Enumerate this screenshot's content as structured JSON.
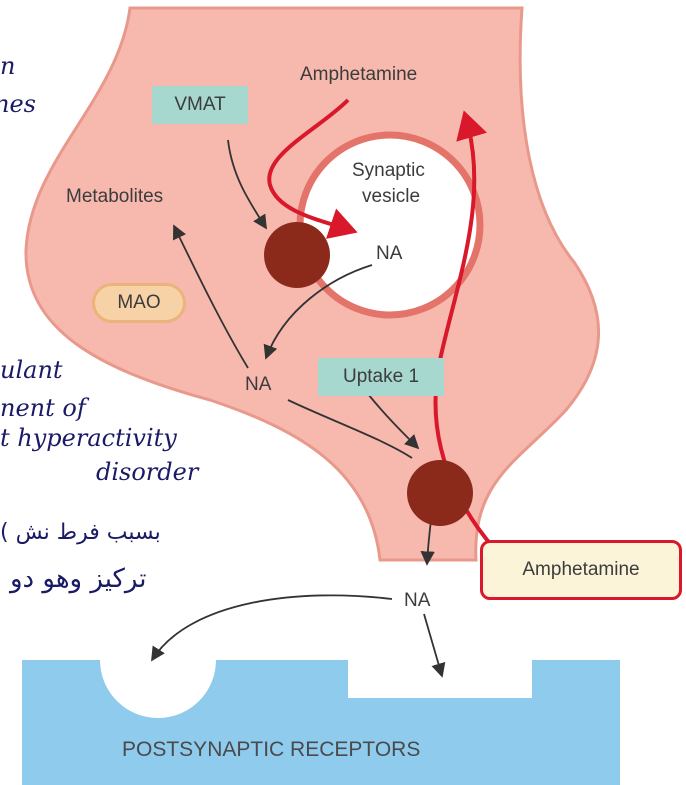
{
  "diagram": {
    "labels": {
      "amphetamine_top": "Amphetamine",
      "vmat": "VMAT",
      "synaptic_vesicle_line1": "Synaptic",
      "synaptic_vesicle_line2": "vesicle",
      "metabolites": "Metabolites",
      "na_vesicle": "NA",
      "mao": "MAO",
      "na_cytoplasm": "NA",
      "uptake1": "Uptake 1",
      "amphetamine_box": "Amphetamine",
      "na_cleft": "NA",
      "postsynaptic_receptors": "POSTSYNAPTIC RECEPTORS"
    },
    "handwritten_notes": {
      "line1": "n",
      "line2": "nes",
      "line3": "ulant",
      "line4": "nent of",
      "line5": "t hyperactivity",
      "line6": "disorder",
      "line7": "( بسبب فرط نش",
      "line8": "تركيز وهو دو"
    },
    "colors": {
      "terminal_fill": "#f7b9ae",
      "terminal_stroke": "#e8998c",
      "vesicle_ring": "#e4746a",
      "transporter": "#8b2a1a",
      "label_box": "#a7d8cf",
      "mao_box": "#f6d2a6",
      "amphetamine_box_fill": "#fbf4d8",
      "amphetamine_red": "#d9182b",
      "postsynaptic": "#8fcbed",
      "handwriting": "#1a1a66"
    }
  }
}
